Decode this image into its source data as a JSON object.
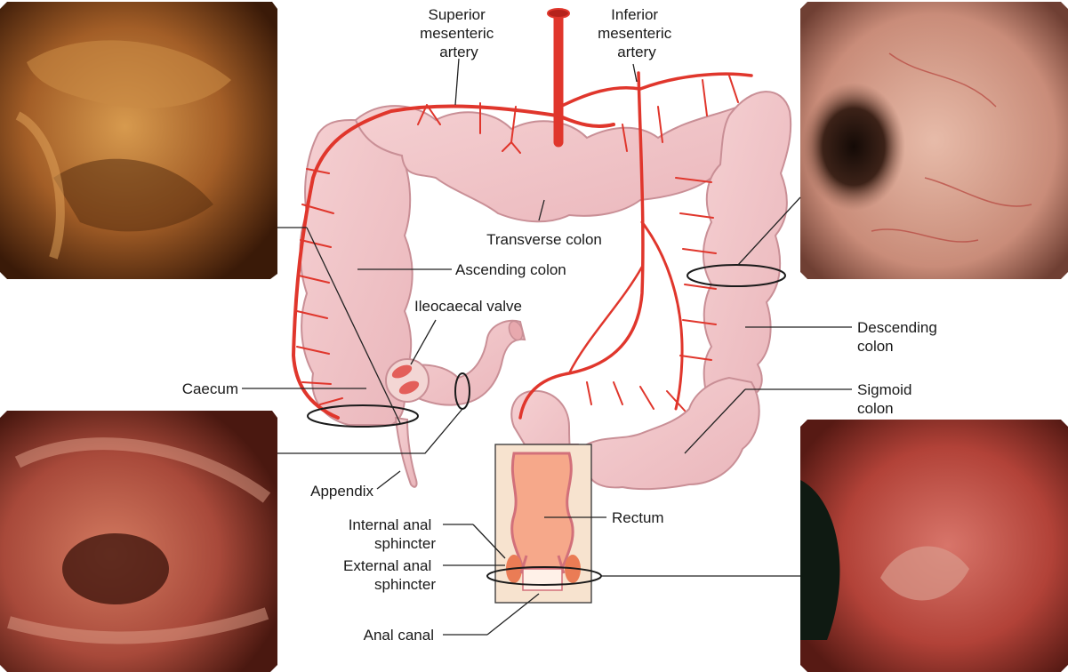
{
  "labels": {
    "superior_mesenteric_artery": [
      "Superior",
      "mesenteric",
      "artery"
    ],
    "inferior_mesenteric_artery": [
      "Inferior",
      "mesenteric",
      "artery"
    ],
    "transverse_colon": "Transverse colon",
    "ascending_colon": "Ascending colon",
    "ileocaecal_valve": "Ileocaecal valve",
    "caecum": "Caecum",
    "appendix": "Appendix",
    "descending_colon": [
      "Descending",
      "colon"
    ],
    "sigmoid_colon": [
      "Sigmoid",
      "colon"
    ],
    "rectum": "Rectum",
    "internal_anal_sphincter": [
      "Internal anal",
      "sphincter"
    ],
    "external_anal_sphincter": [
      "External anal",
      "sphincter"
    ],
    "anal_canal": "Anal canal"
  },
  "colors": {
    "colon_fill": "#f2c6c9",
    "colon_edge": "#c98f96",
    "artery": "#e0362c",
    "artery_dark": "#b5231c",
    "rectum_fill": "#f6a88a",
    "box_fill": "#f7e3cf",
    "leader": "#222222"
  },
  "endoscopy_photos": [
    {
      "name": "caecum-view",
      "position": "top-left",
      "tone": "#a5622a"
    },
    {
      "name": "descending-colon-view",
      "position": "top-right",
      "tone": "#cc9382"
    },
    {
      "name": "ileum-view",
      "position": "bottom-left",
      "tone": "#b65745"
    },
    {
      "name": "anal-canal-view",
      "position": "bottom-right",
      "tone": "#b8483e"
    }
  ]
}
